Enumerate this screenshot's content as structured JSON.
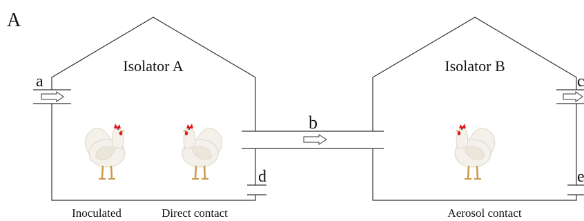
{
  "panel_label": "A",
  "isolators": [
    {
      "title": "Isolator A",
      "caption_left": "Inoculated",
      "caption_right": "Direct contact"
    },
    {
      "title": "Isolator B",
      "caption": "Aerosol contact"
    }
  ],
  "ports": {
    "a": "a",
    "b": "b",
    "c": "c",
    "d": "d",
    "e": "e"
  },
  "colors": {
    "line": "#333333",
    "comb": "#e0151b",
    "body": "#f4f1ea",
    "feather": "#dcd6c8",
    "leg": "#c99a46"
  },
  "icons": {
    "hen": "chicken-icon",
    "arrow": "airflow-arrow-icon"
  }
}
